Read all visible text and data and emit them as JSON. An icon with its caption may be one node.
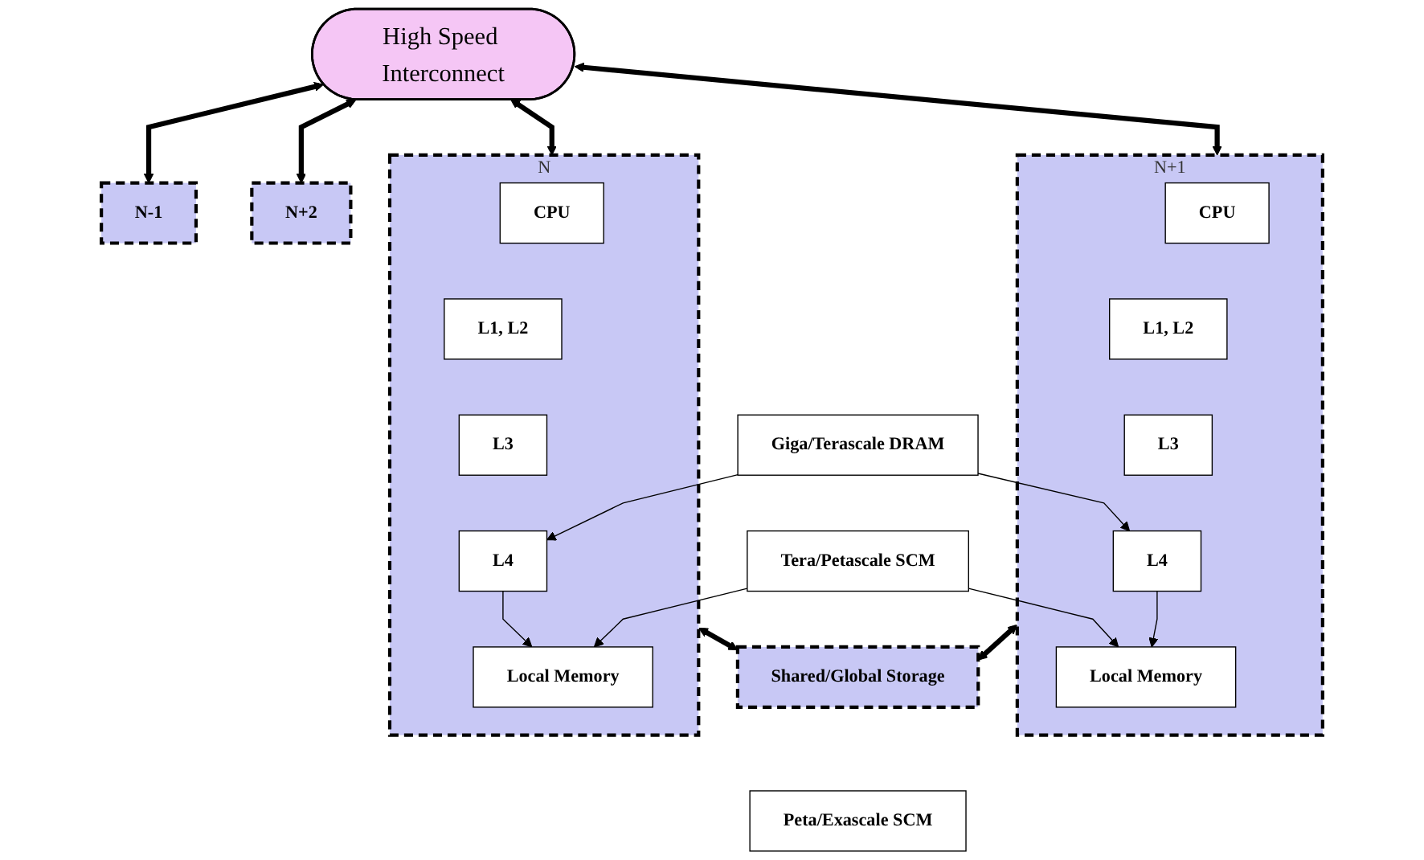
{
  "diagram": {
    "nodes": [
      {
        "text": [
          "High Speed Interconnect"
        ]
      },
      {
        "text": [
          "N-1"
        ]
      },
      {
        "text": [
          "N"
        ]
      },
      {
        "text": [
          "CPU"
        ],
        "in": 2
      },
      {
        "text": [
          "L1, L2"
        ],
        "in": 2
      },
      {
        "text": [
          "L3"
        ],
        "in": 2
      },
      {
        "text": [
          "L4"
        ],
        "in": 2
      },
      {
        "text": [
          "Local Memory"
        ],
        "in": 2
      },
      {
        "text": [
          "N+1"
        ]
      },
      {
        "text": [
          "CPU"
        ],
        "in": 8
      },
      {
        "text": [
          "L1, L2"
        ],
        "in": 8
      },
      {
        "text": [
          "L3"
        ],
        "in": 8
      },
      {
        "text": [
          "L4"
        ],
        "in": 8
      },
      {
        "text": [
          "Local Memory"
        ],
        "in": 8
      },
      {
        "text": [
          "N+2"
        ]
      },
      {
        "text": [
          "Giga/Terascale DRAM"
        ]
      },
      {
        "text": [
          "Tera/Petascale SCM"
        ]
      },
      {
        "text": [
          "Shared/Global Storage"
        ]
      },
      {
        "text": [
          "Peta/Exascale SCM"
        ]
      }
    ],
    "edges": [
      {
        "from": 1,
        "to": 0,
        "arrow": "both",
        "style": "thick"
      },
      {
        "from": 2,
        "to": 0,
        "arrow": "both",
        "style": "thick"
      },
      {
        "from": 8,
        "to": 0,
        "arrow": "both",
        "style": "thick"
      },
      {
        "from": 14,
        "to": 0,
        "arrow": "both",
        "style": "thick"
      },
      {
        "from": 6,
        "to": 7,
        "arrow": "to"
      },
      {
        "from": 12,
        "to": 13,
        "arrow": "to"
      },
      {
        "from": 15,
        "to": 6,
        "arrow": "to"
      },
      {
        "from": 15,
        "to": 12,
        "arrow": "to"
      },
      {
        "from": 16,
        "to": 7,
        "arrow": "to"
      },
      {
        "from": 16,
        "to": 13,
        "arrow": "to"
      },
      {
        "from": 2,
        "to": 17,
        "arrow": "both",
        "style": "thick"
      },
      {
        "from": 8,
        "to": 17,
        "arrow": "both",
        "style": "thick"
      }
    ]
  }
}
